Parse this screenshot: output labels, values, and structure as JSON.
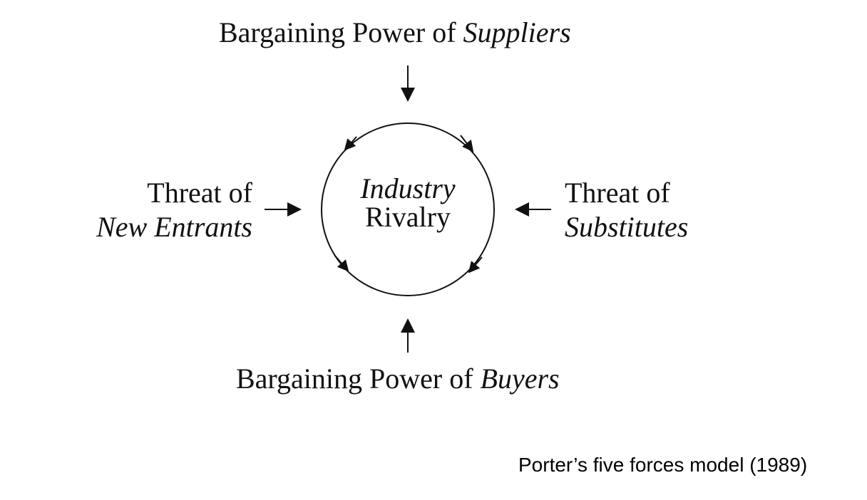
{
  "forces": {
    "suppliers": {
      "prefix": "Bargaining Power of ",
      "emphasis": "Suppliers"
    },
    "buyers": {
      "prefix": "Bargaining Power of ",
      "emphasis": "Buyers"
    },
    "new_entrants": {
      "line1": "Threat of",
      "line2": "New Entrants"
    },
    "substitutes": {
      "line1": "Threat of",
      "line2": "Substitutes"
    },
    "rivalry": {
      "line1": "Industry",
      "line2": "Rivalry"
    }
  },
  "caption": "Porter’s five forces model (1989)",
  "colors": {
    "ink": "#111111",
    "background": "#ffffff"
  }
}
